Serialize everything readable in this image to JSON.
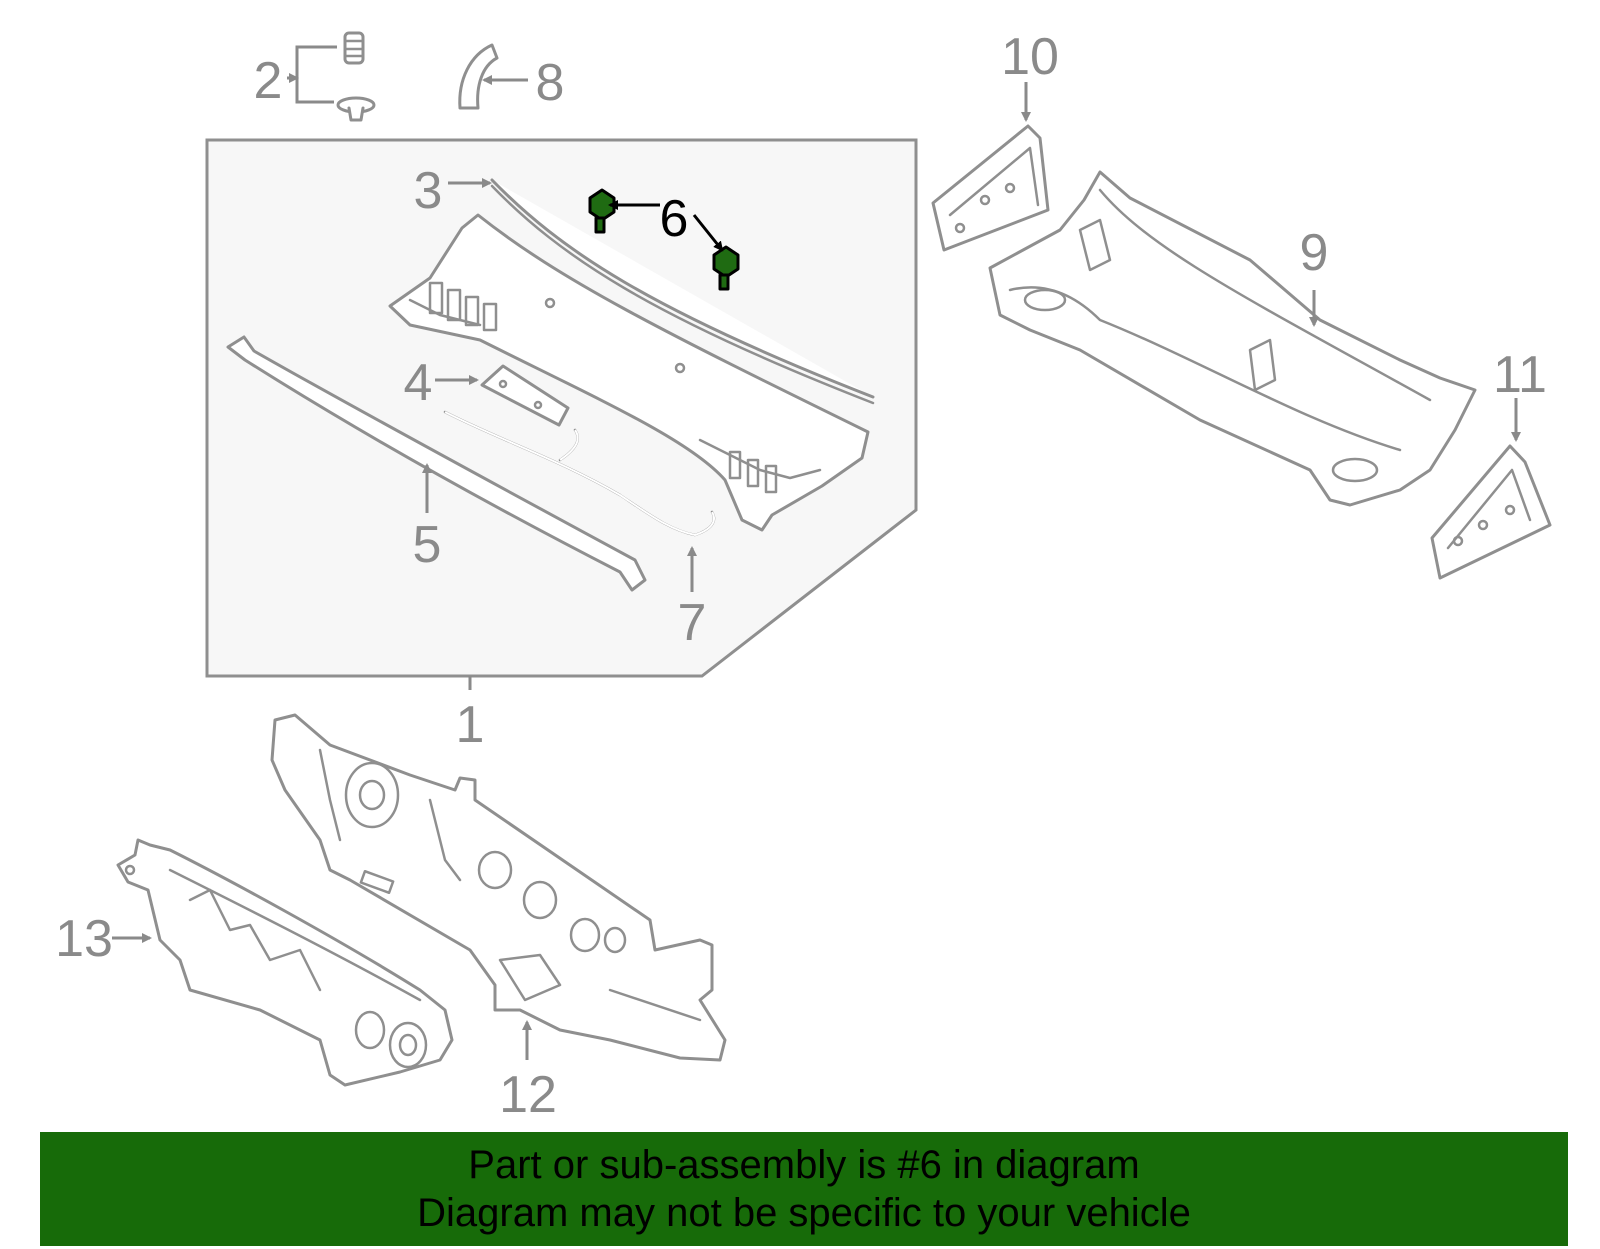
{
  "callouts": {
    "c1": "1",
    "c2": "2",
    "c3": "3",
    "c4": "4",
    "c5": "5",
    "c6": "6",
    "c7": "7",
    "c8": "8",
    "c9": "9",
    "c10": "10",
    "c11": "11",
    "c12": "12",
    "c13": "13"
  },
  "highlight": {
    "part": "6",
    "color": "#1f6b12"
  },
  "banner": {
    "line1": "Part or sub-assembly is #6 in diagram",
    "line2": "Diagram may not be specific to your vehicle",
    "bg_color": "#176b09"
  }
}
